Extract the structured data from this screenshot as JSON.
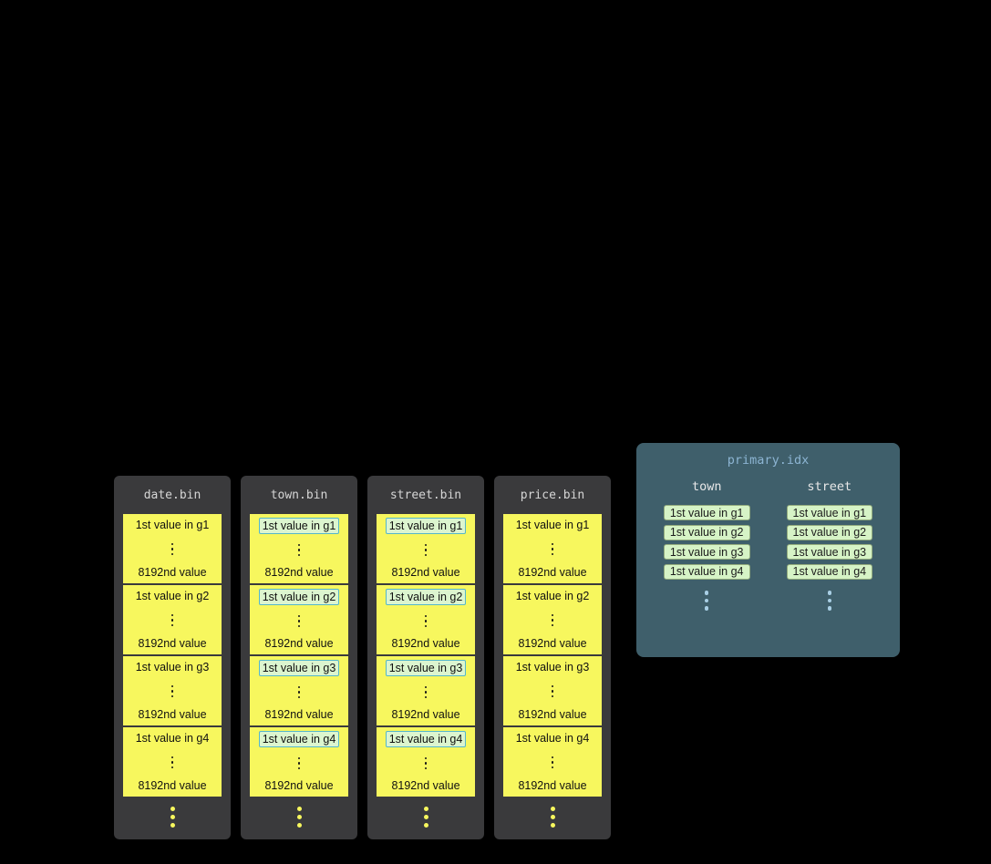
{
  "bin_columns": [
    {
      "title": "date.bin",
      "highlighted": false,
      "granules": [
        {
          "first": "1st value in g1",
          "last": "8192nd value"
        },
        {
          "first": "1st value in g2",
          "last": "8192nd value"
        },
        {
          "first": "1st value in g3",
          "last": "8192nd value"
        },
        {
          "first": "1st value in g4",
          "last": "8192nd value"
        }
      ]
    },
    {
      "title": "town.bin",
      "highlighted": true,
      "granules": [
        {
          "first": "1st value in g1",
          "last": "8192nd value"
        },
        {
          "first": "1st value in g2",
          "last": "8192nd value"
        },
        {
          "first": "1st value in g3",
          "last": "8192nd value"
        },
        {
          "first": "1st value in g4",
          "last": "8192nd value"
        }
      ]
    },
    {
      "title": "street.bin",
      "highlighted": true,
      "granules": [
        {
          "first": "1st value in g1",
          "last": "8192nd value"
        },
        {
          "first": "1st value in g2",
          "last": "8192nd value"
        },
        {
          "first": "1st value in g3",
          "last": "8192nd value"
        },
        {
          "first": "1st value in g4",
          "last": "8192nd value"
        }
      ]
    },
    {
      "title": "price.bin",
      "highlighted": false,
      "granules": [
        {
          "first": "1st value in g1",
          "last": "8192nd value"
        },
        {
          "first": "1st value in g2",
          "last": "8192nd value"
        },
        {
          "first": "1st value in g3",
          "last": "8192nd value"
        },
        {
          "first": "1st value in g4",
          "last": "8192nd value"
        }
      ]
    }
  ],
  "index_panel": {
    "title": "primary.idx",
    "columns": [
      {
        "header": "town",
        "entries": [
          "1st value in g1",
          "1st value in g2",
          "1st value in g3",
          "1st value in g4"
        ]
      },
      {
        "header": "street",
        "entries": [
          "1st value in g1",
          "1st value in g2",
          "1st value in g3",
          "1st value in g4"
        ]
      }
    ]
  },
  "colors": {
    "background": "#000000",
    "column_bg": "#3a3a3c",
    "granule_bg": "#f7f75e",
    "highlight_bg": "#dcf5cf",
    "highlight_border": "#55b7c9",
    "panel_bg": "#3f5f6b",
    "panel_title": "#8cb4d2",
    "entry_bg": "#d6f3c6",
    "dots_yellow": "#f7f75e",
    "dots_blue": "#a9cfe5"
  }
}
